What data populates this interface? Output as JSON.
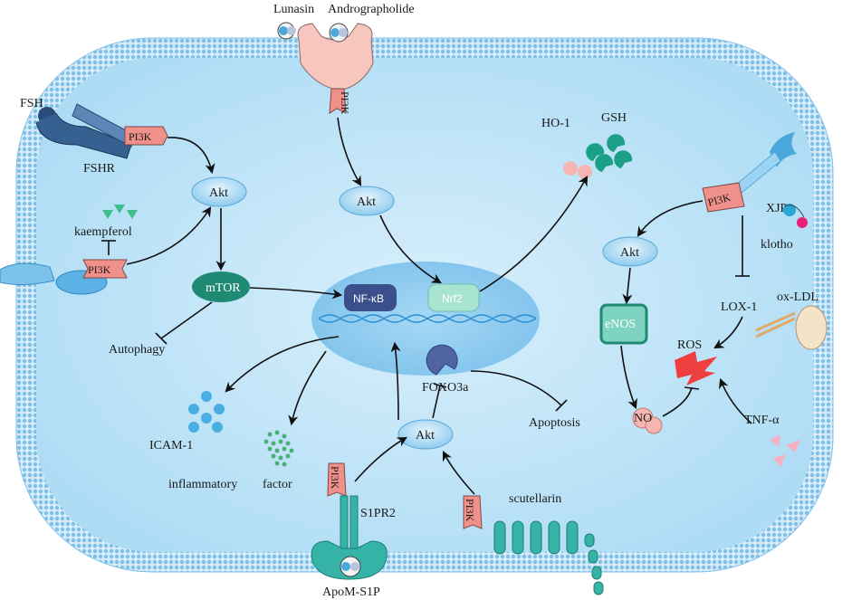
{
  "labels": {
    "lunasin": "Lunasin",
    "andrographolide": "Andrographolide",
    "fsh": "FSH",
    "fshr": "FSHR",
    "kaempferol": "kaempferol",
    "pi3k": "PI3K",
    "akt": "Akt",
    "mtor": "mTOR",
    "autophagy": "Autophagy",
    "nfkb": "NF-κB",
    "nrf2": "Nrf2",
    "ho1": "HO-1",
    "gsh": "GSH",
    "xjp": "XJP",
    "klotho": "klotho",
    "enos": "eNOS",
    "lox1": "LOX-1",
    "oxldl": "ox-LDL",
    "ros": "ROS",
    "no": "NO",
    "tnfa": "TNF-α",
    "foxo3a": "FOXO3a",
    "apoptosis": "Apoptosis",
    "icam1": "ICAM-1",
    "inflammatory": "inflammatory",
    "factor": "factor",
    "s1pr2": "S1PR2",
    "apom_s1p": "ApoM-S1P",
    "scutellarin": "scutellarin"
  },
  "colors": {
    "membrane": "#9fd0ee",
    "cytoplasm": "#bde3f7",
    "nucleus": "#8fcbef",
    "pi3k": "#f0908a",
    "mtor": "#1f8a74",
    "receptor_teal": "#35b3a6",
    "ros": "#ee4040"
  }
}
